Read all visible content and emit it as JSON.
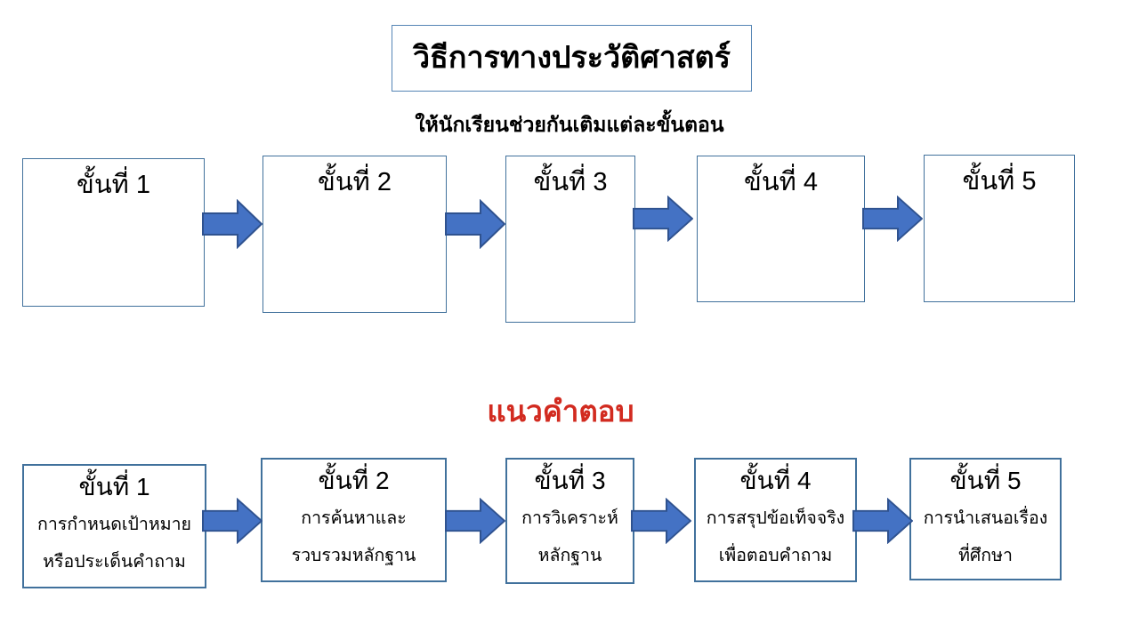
{
  "slide": {
    "title": "วิธีการทางประวัติศาสตร์",
    "subtitle": "ให้นักเรียนช่วยกันเติมแต่ละขั้นตอน",
    "answer_heading": "แนวคำตอบ"
  },
  "exercise_row": {
    "steps": [
      {
        "label": "ขั้นที่ 1"
      },
      {
        "label": "ขั้นที่ 2"
      },
      {
        "label": "ขั้นที่ 3"
      },
      {
        "label": "ขั้นที่ 4"
      },
      {
        "label": "ขั้นที่ 5"
      }
    ]
  },
  "answer_row": {
    "steps": [
      {
        "label": "ขั้นที่ 1",
        "line1": "การกำหนดเป้าหมาย",
        "line2": "หรือประเด็นคำถาม"
      },
      {
        "label": "ขั้นที่ 2",
        "line1": "การค้นหาและ",
        "line2": "รวบรวมหลักฐาน"
      },
      {
        "label": "ขั้นที่ 3",
        "line1": "การวิเคราะห์",
        "line2": "หลักฐาน"
      },
      {
        "label": "ขั้นที่ 4",
        "line1": "การสรุปข้อเท็จจริง",
        "line2": "เพื่อตอบคำถาม"
      },
      {
        "label": "ขั้นที่ 5",
        "line1": "การนำเสนอเรื่อง",
        "line2": "ที่ศึกษา"
      }
    ]
  },
  "icons": {
    "flow_arrow": "right-block-arrow-icon"
  },
  "colors": {
    "arrow_fill": "#4472C4",
    "arrow_border": "#2F528F",
    "box_border": "#41719C",
    "title_border": "#5585B5",
    "answer_heading_color": "#D22B20",
    "text_color": "#000000",
    "background": "#FFFFFF"
  }
}
